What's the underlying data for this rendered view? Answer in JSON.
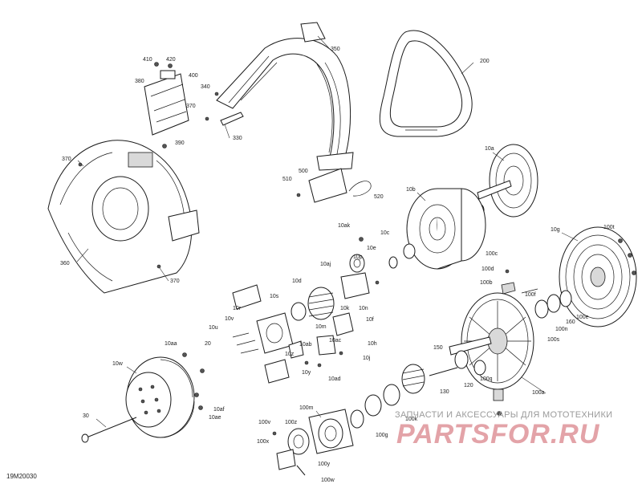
{
  "drawing_code": "19M20030",
  "watermark": {
    "caption": "ЗАПЧАСТИ И АКСЕССУАРЫ ДЛЯ МОТОТЕХНИКИ",
    "logo": "PARTSFOR.RU"
  },
  "labels": [
    {
      "id": "p410",
      "text": "410"
    },
    {
      "id": "p420",
      "text": "420"
    },
    {
      "id": "p400",
      "text": "400"
    },
    {
      "id": "p380",
      "text": "380"
    },
    {
      "id": "p340",
      "text": "340"
    },
    {
      "id": "p370a",
      "text": "370"
    },
    {
      "id": "p390",
      "text": "390"
    },
    {
      "id": "p330",
      "text": "330"
    },
    {
      "id": "p350",
      "text": "350"
    },
    {
      "id": "p200",
      "text": "200"
    },
    {
      "id": "p370b",
      "text": "370"
    },
    {
      "id": "p360",
      "text": "360"
    },
    {
      "id": "p370c",
      "text": "370"
    },
    {
      "id": "p510",
      "text": "510"
    },
    {
      "id": "p500",
      "text": "500"
    },
    {
      "id": "p520",
      "text": "520"
    },
    {
      "id": "p10a",
      "text": "10a"
    },
    {
      "id": "p10b",
      "text": "10b"
    },
    {
      "id": "p10g",
      "text": "10g"
    },
    {
      "id": "p100t",
      "text": "100t"
    },
    {
      "id": "p10ak",
      "text": "10ak"
    },
    {
      "id": "p10c",
      "text": "10c"
    },
    {
      "id": "p10e",
      "text": "10e"
    },
    {
      "id": "p10p",
      "text": "10p"
    },
    {
      "id": "p10aj",
      "text": "10aj"
    },
    {
      "id": "p100c",
      "text": "100c"
    },
    {
      "id": "p100d",
      "text": "100d"
    },
    {
      "id": "p100b",
      "text": "100b"
    },
    {
      "id": "p100f",
      "text": "100f"
    },
    {
      "id": "p10d",
      "text": "10d"
    },
    {
      "id": "p10s",
      "text": "10s"
    },
    {
      "id": "p10k",
      "text": "10k"
    },
    {
      "id": "p10n",
      "text": "10n"
    },
    {
      "id": "p10f",
      "text": "10f"
    },
    {
      "id": "p10r",
      "text": "10r"
    },
    {
      "id": "p10v",
      "text": "10v"
    },
    {
      "id": "p10u",
      "text": "10u"
    },
    {
      "id": "p10m",
      "text": "10m"
    },
    {
      "id": "p10ab",
      "text": "10ab"
    },
    {
      "id": "p10ac",
      "text": "10ac"
    },
    {
      "id": "p10h",
      "text": "10h"
    },
    {
      "id": "p10j",
      "text": "10j"
    },
    {
      "id": "p10z",
      "text": "10z"
    },
    {
      "id": "p10y",
      "text": "10y"
    },
    {
      "id": "p10ad",
      "text": "10ad"
    },
    {
      "id": "p10aa",
      "text": "10aa"
    },
    {
      "id": "p20",
      "text": "20"
    },
    {
      "id": "p10w",
      "text": "10w"
    },
    {
      "id": "p10af",
      "text": "10af"
    },
    {
      "id": "p10ae",
      "text": "10ae"
    },
    {
      "id": "p30",
      "text": "30"
    },
    {
      "id": "p100e",
      "text": "100e"
    },
    {
      "id": "p160",
      "text": "160"
    },
    {
      "id": "p100n",
      "text": "100n"
    },
    {
      "id": "p100s",
      "text": "100s"
    },
    {
      "id": "p150",
      "text": "150"
    },
    {
      "id": "p100q",
      "text": "100q"
    },
    {
      "id": "p120",
      "text": "120"
    },
    {
      "id": "p130",
      "text": "130"
    },
    {
      "id": "p100a",
      "text": "100a"
    },
    {
      "id": "p100m",
      "text": "100m"
    },
    {
      "id": "p100k",
      "text": "100k"
    },
    {
      "id": "p100g",
      "text": "100g"
    },
    {
      "id": "p100v",
      "text": "100v"
    },
    {
      "id": "p100z",
      "text": "100z"
    },
    {
      "id": "p100x",
      "text": "100x"
    },
    {
      "id": "p100y",
      "text": "100y"
    },
    {
      "id": "p100w",
      "text": "100w"
    }
  ]
}
